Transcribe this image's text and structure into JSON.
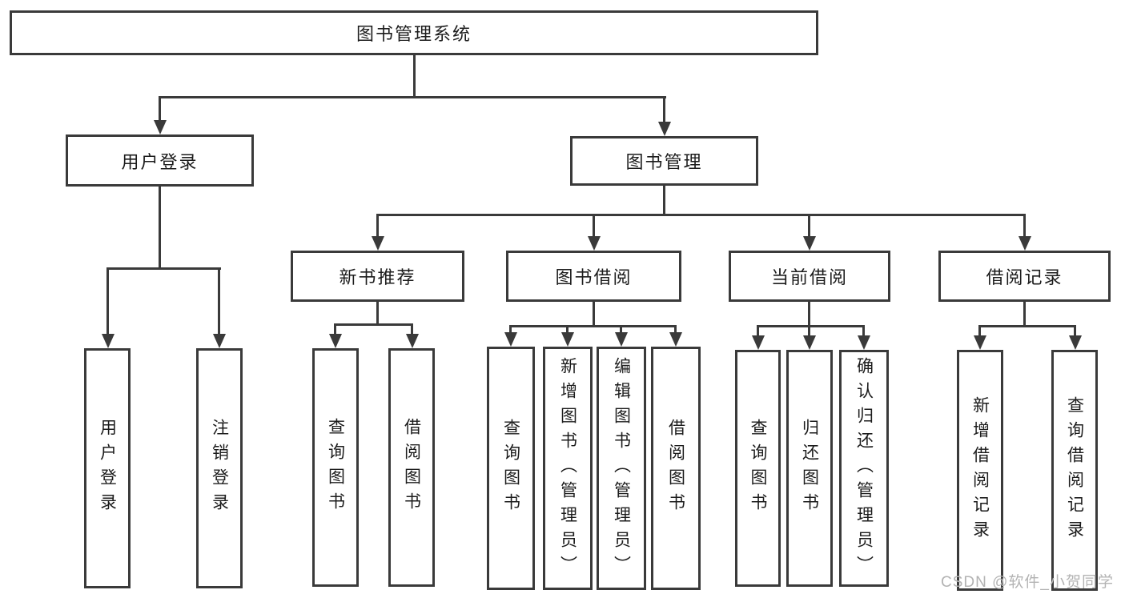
{
  "diagram": {
    "title": "图书管理系统",
    "root": {
      "label": "图书管理系统"
    },
    "branches": [
      {
        "label": "用户登录",
        "leaves": [
          "用户登录",
          "注销登录"
        ]
      },
      {
        "label": "图书管理",
        "groups": [
          {
            "label": "新书推荐",
            "leaves": [
              "查询图书",
              "借阅图书"
            ]
          },
          {
            "label": "图书借阅",
            "leaves": [
              "查询图书",
              "新增图书（管理员）",
              "编辑图书（管理员）",
              "借阅图书"
            ]
          },
          {
            "label": "当前借阅",
            "leaves": [
              "查询图书",
              "归还图书",
              "确认归还（管理员）"
            ]
          },
          {
            "label": "借阅记录",
            "leaves": [
              "新增借阅记录",
              "查询借阅记录"
            ]
          }
        ]
      }
    ],
    "line_color": "#3a3a3a",
    "background_color": "#ffffff"
  },
  "watermark": {
    "text": "CSDN @软件_小贺同学"
  }
}
